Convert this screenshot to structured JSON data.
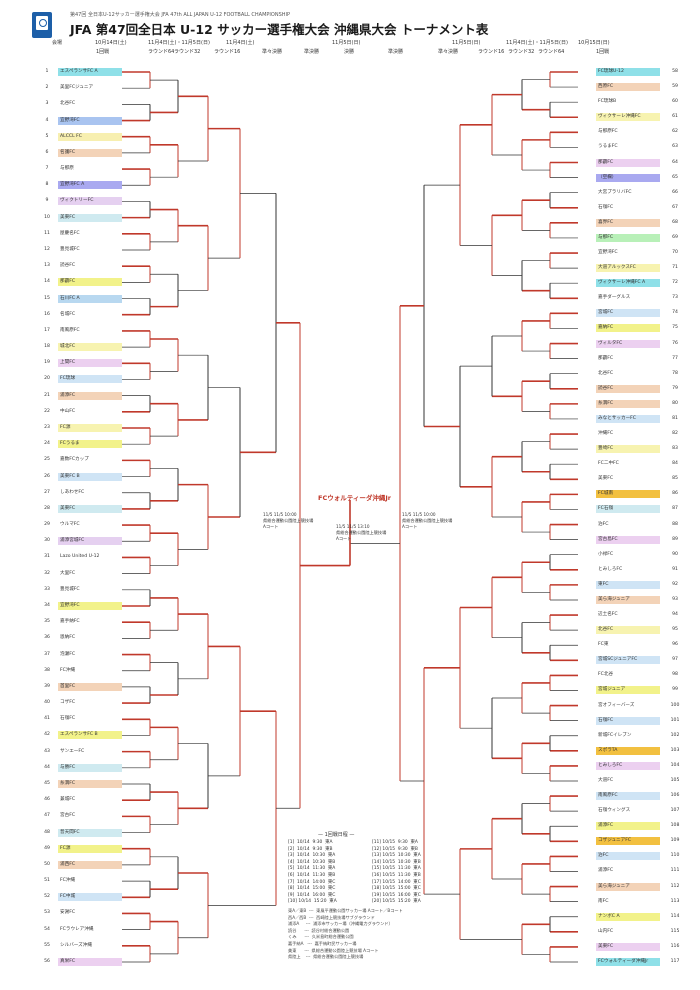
{
  "header": {
    "subtitle": "第47回 全日本U-12サッカー選手権大会 JFA 47th ALL JAPAN U-12 FOOTBALL CHAMPIONSHIP",
    "title": "JFA 第47回全日本 U-12 サッカー選手権大会 沖縄県大会 トーナメント表"
  },
  "rounds_left": [
    "10月14日(土)",
    "11月4日(土)・11月5日(日)",
    "11月4日(土)",
    "11月5日(日)"
  ],
  "rounds_right": [
    "11月5日(日)",
    "11月4日(土)・11月5日(日)",
    "10月15日(日)"
  ],
  "round_labels": [
    "1回戦",
    "ラウンド64",
    "ラウンド32",
    "ラウンド16",
    "準々決勝",
    "準決勝",
    "決勝",
    "準決勝",
    "準々決勝",
    "ラウンド16",
    "ラウンド32",
    "ラウンド64",
    "1回戦"
  ],
  "seed_label": "会場",
  "champion": "FCウォルティーダ沖縄Jr",
  "final_info": {
    "line1": "11/5  11/5  13:10",
    "line2": "県総合運動公園陸上競技場",
    "line3": "Aコート"
  },
  "semi_left_info": {
    "line1": "11/5  11/5  10:00",
    "line2": "県総合運動公園陸上競技場",
    "line3": "Aコート"
  },
  "semi_right_info": {
    "line1": "11/5  11/5  10:00",
    "line2": "県総合運動公園陸上競技場",
    "line3": "Aコート"
  },
  "left_teams": [
    {
      "no": "1",
      "name": "エスペランサFC A",
      "color": "#8fe0e8"
    },
    {
      "no": "2",
      "name": "美里FCジュニア",
      "color": "#ffffff"
    },
    {
      "no": "3",
      "name": "北谷FC",
      "color": "#ffffff"
    },
    {
      "no": "4",
      "name": "宜野湾FC",
      "color": "#a9c4f0"
    },
    {
      "no": "5",
      "name": "ALCCL FC",
      "color": "#f7efb0"
    },
    {
      "no": "6",
      "name": "名護FC",
      "color": "#f3d3b8"
    },
    {
      "no": "7",
      "name": "与那原",
      "color": "#ffffff"
    },
    {
      "no": "8",
      "name": "宜野湾FC A",
      "color": "#a9a9f0"
    },
    {
      "no": "9",
      "name": "ヴィクトリーFC",
      "color": "#e5d0f0"
    },
    {
      "no": "10",
      "name": "美東FC",
      "color": "#cfeaf0"
    },
    {
      "no": "11",
      "name": "屋慶名FC",
      "color": "#ffffff"
    },
    {
      "no": "12",
      "name": "豊見城FC",
      "color": "#ffffff"
    },
    {
      "no": "13",
      "name": "読谷FC",
      "color": "#ffffff"
    },
    {
      "no": "14",
      "name": "那覇FC",
      "color": "#f2f28a"
    },
    {
      "no": "15",
      "name": "石川FC A",
      "color": "#b8d8f0"
    },
    {
      "no": "16",
      "name": "名城FC",
      "color": "#ffffff"
    },
    {
      "no": "17",
      "name": "南風原FC",
      "color": "#ffffff"
    },
    {
      "no": "18",
      "name": "城北FC",
      "color": "#f7f3b0"
    },
    {
      "no": "19",
      "name": "上間FC",
      "color": "#ecd0f0"
    },
    {
      "no": "20",
      "name": "FC琉球",
      "color": "#cfe4f5"
    },
    {
      "no": "21",
      "name": "浦添FC",
      "color": "#f3d3b8"
    },
    {
      "no": "22",
      "name": "中山FC",
      "color": "#ffffff"
    },
    {
      "no": "23",
      "name": "FC源",
      "color": "#f7f3b0"
    },
    {
      "no": "24",
      "name": "FCうるま",
      "color": "#f2f28a"
    },
    {
      "no": "25",
      "name": "嘉数FCカップ",
      "color": "#ffffff"
    },
    {
      "no": "26",
      "name": "美東FC B",
      "color": "#cfe4f5"
    },
    {
      "no": "27",
      "name": "しあわせFC",
      "color": "#ffffff"
    },
    {
      "no": "28",
      "name": "美東FC",
      "color": "#cfeaf0"
    },
    {
      "no": "29",
      "name": "ウルマFC",
      "color": "#ffffff"
    },
    {
      "no": "30",
      "name": "浦添宮城FC",
      "color": "#e5d0f0"
    },
    {
      "no": "31",
      "name": "Lazo United U-12",
      "color": "#ffffff"
    },
    {
      "no": "32",
      "name": "大里FC",
      "color": "#ffffff"
    },
    {
      "no": "33",
      "name": "豊見城FC",
      "color": "#ffffff"
    },
    {
      "no": "34",
      "name": "宜野湾FC",
      "color": "#f2f28a"
    },
    {
      "no": "35",
      "name": "嘉手納FC",
      "color": "#ffffff"
    },
    {
      "no": "36",
      "name": "恩納FC",
      "color": "#ffffff"
    },
    {
      "no": "37",
      "name": "泡瀬FC",
      "color": "#ffffff"
    },
    {
      "no": "38",
      "name": "FC沖縄",
      "color": "#ffffff"
    },
    {
      "no": "39",
      "name": "首里FC",
      "color": "#f3d3b8"
    },
    {
      "no": "40",
      "name": "コザFC",
      "color": "#ffffff"
    },
    {
      "no": "41",
      "name": "石嶺FC",
      "color": "#ffffff"
    },
    {
      "no": "42",
      "name": "エスペランサFC B",
      "color": "#f2f28a"
    },
    {
      "no": "43",
      "name": "サンエーFC",
      "color": "#ffffff"
    },
    {
      "no": "44",
      "name": "与勝FC",
      "color": "#cfeaf0"
    },
    {
      "no": "45",
      "name": "糸満FC",
      "color": "#f3d3b8"
    },
    {
      "no": "46",
      "name": "兼城FC",
      "color": "#ffffff"
    },
    {
      "no": "47",
      "name": "宮古FC",
      "color": "#ffffff"
    },
    {
      "no": "48",
      "name": "普天間FC",
      "color": "#cfeaf0"
    },
    {
      "no": "49",
      "name": "FC源",
      "color": "#f2f28a"
    },
    {
      "no": "50",
      "name": "浦西FC",
      "color": "#f3d3b8"
    },
    {
      "no": "51",
      "name": "FC沖縄",
      "color": "#ffffff"
    },
    {
      "no": "52",
      "name": "FC中城",
      "color": "#cfe4f5"
    },
    {
      "no": "53",
      "name": "安謝FC",
      "color": "#ffffff"
    },
    {
      "no": "54",
      "name": "FCラウレア沖縄",
      "color": "#ffffff"
    },
    {
      "no": "55",
      "name": "シルバーズ沖縄",
      "color": "#ffffff"
    },
    {
      "no": "56",
      "name": "真栄FC",
      "color": "#ecd0f0"
    }
  ],
  "right_teams": [
    {
      "no": "58",
      "name": "FC琉球U-12",
      "color": "#8fe0e8"
    },
    {
      "no": "59",
      "name": "西原FC",
      "color": "#f3d3b8"
    },
    {
      "no": "60",
      "name": "FC琉球B",
      "color": "#ffffff"
    },
    {
      "no": "61",
      "name": "ヴィクサーレ沖縄FC",
      "color": "#f7f3b0"
    },
    {
      "no": "62",
      "name": "与那原FC",
      "color": "#ffffff"
    },
    {
      "no": "63",
      "name": "うるまFC",
      "color": "#ffffff"
    },
    {
      "no": "64",
      "name": "那覇FC",
      "color": "#ecd0f0"
    },
    {
      "no": "65",
      "name": "（空欄）",
      "color": "#a9a9f0"
    },
    {
      "no": "66",
      "name": "大宮プラリバFC",
      "color": "#ffffff"
    },
    {
      "no": "67",
      "name": "石嶺FC",
      "color": "#ffffff"
    },
    {
      "no": "68",
      "name": "喜界FC",
      "color": "#f3d3b8"
    },
    {
      "no": "69",
      "name": "与那FC",
      "color": "#b8f0b8"
    },
    {
      "no": "70",
      "name": "宜野湾FC",
      "color": "#ffffff"
    },
    {
      "no": "71",
      "name": "大道アルックスFC",
      "color": "#f7f3b0"
    },
    {
      "no": "72",
      "name": "ヴィクサーレ沖縄FC A",
      "color": "#8fe0e8"
    },
    {
      "no": "73",
      "name": "嘉手ダーグルス",
      "color": "#ffffff"
    },
    {
      "no": "74",
      "name": "宮城FC",
      "color": "#cfe4f5"
    },
    {
      "no": "75",
      "name": "嘉納FC",
      "color": "#f2f28a"
    },
    {
      "no": "76",
      "name": "ヴィルタFC",
      "color": "#ecd0f0"
    },
    {
      "no": "77",
      "name": "那覇FC",
      "color": "#ffffff"
    },
    {
      "no": "78",
      "name": "北谷FC",
      "color": "#ffffff"
    },
    {
      "no": "79",
      "name": "読谷FC",
      "color": "#f3d3b8"
    },
    {
      "no": "80",
      "name": "糸満FC",
      "color": "#f3d3b8"
    },
    {
      "no": "81",
      "name": "みなとサッカーFC",
      "color": "#cfe4f5"
    },
    {
      "no": "82",
      "name": "沖縄FC",
      "color": "#ffffff"
    },
    {
      "no": "83",
      "name": "豊崎FC",
      "color": "#f7f3b0"
    },
    {
      "no": "84",
      "name": "FC二中FC",
      "color": "#ffffff"
    },
    {
      "no": "85",
      "name": "美東FC",
      "color": "#ffffff"
    },
    {
      "no": "86",
      "name": "FC城南",
      "color": "#f2c040"
    },
    {
      "no": "87",
      "name": "FC石嶺",
      "color": "#cfeaf0"
    },
    {
      "no": "88",
      "name": "泊FC",
      "color": "#ffffff"
    },
    {
      "no": "89",
      "name": "宮古島FC",
      "color": "#ecd0f0"
    },
    {
      "no": "90",
      "name": "小禄FC",
      "color": "#ffffff"
    },
    {
      "no": "91",
      "name": "とみしろFC",
      "color": "#ffffff"
    },
    {
      "no": "92",
      "name": "東FC",
      "color": "#cfe4f5"
    },
    {
      "no": "93",
      "name": "美ら海ジュニア",
      "color": "#f3d3b8"
    },
    {
      "no": "94",
      "name": "辺土名FC",
      "color": "#ffffff"
    },
    {
      "no": "95",
      "name": "北谷FC",
      "color": "#f7f3b0"
    },
    {
      "no": "96",
      "name": "FC東",
      "color": "#ffffff"
    },
    {
      "no": "97",
      "name": "宮城SCジュニアFC",
      "color": "#cfe4f5"
    },
    {
      "no": "98",
      "name": "FC北谷",
      "color": "#ffffff"
    },
    {
      "no": "99",
      "name": "宮城ジュニア",
      "color": "#f2f28a"
    },
    {
      "no": "100",
      "name": "宮オフィーバーズ",
      "color": "#ffffff"
    },
    {
      "no": "101",
      "name": "石嶺FC",
      "color": "#cfe4f5"
    },
    {
      "no": "102",
      "name": "新城FCイレブン",
      "color": "#ffffff"
    },
    {
      "no": "103",
      "name": "スポラTA",
      "color": "#f2c040"
    },
    {
      "no": "104",
      "name": "とみしろFC",
      "color": "#ecd0f0"
    },
    {
      "no": "105",
      "name": "大道FC",
      "color": "#ffffff"
    },
    {
      "no": "106",
      "name": "南風原FC",
      "color": "#cfe4f5"
    },
    {
      "no": "107",
      "name": "石嶺ウィングス",
      "color": "#ffffff"
    },
    {
      "no": "108",
      "name": "浦添FC",
      "color": "#f2f28a"
    },
    {
      "no": "109",
      "name": "コザジュニアFC",
      "color": "#f2c040"
    },
    {
      "no": "110",
      "name": "泊FC",
      "color": "#cfe4f5"
    },
    {
      "no": "111",
      "name": "浦添FC",
      "color": "#ffffff"
    },
    {
      "no": "112",
      "name": "美ら海ジュニア",
      "color": "#f3d3b8"
    },
    {
      "no": "113",
      "name": "南FC",
      "color": "#ffffff"
    },
    {
      "no": "114",
      "name": "ナンボC A",
      "color": "#f2f28a"
    },
    {
      "no": "115",
      "name": "山内FC",
      "color": "#ffffff"
    },
    {
      "no": "116",
      "name": "美東FC",
      "color": "#ecd0f0"
    },
    {
      "no": "117",
      "name": "FCウォルティーダ沖縄Jr",
      "color": "#8fe0e8"
    }
  ],
  "schedule_title": "— 1回戦日程 —",
  "schedule_left": "[1]  10/14  9:30  東A\n[2]  10/14  9:30  東B\n[3]  10/14  10:30  東A\n[4]  10/14  10:30  東B\n[5]  10/14  11:30  東A\n[6]  10/14  11:30  東B\n[7]  10/14  14:00  東C\n[8]  10/14  15:00  東C\n[9]  10/14  16:00  東C\n[10] 10/14  15:20  東A",
  "schedule_right": "[11] 10/15  9:30  東A\n[12] 10/15  9:30  東B\n[13] 10/15  10:30  東A\n[14] 10/15  10:30  東B\n[15] 10/15  11:30  東A\n[16] 10/15  11:30  東B\n[17] 10/15  14:00  東C\n[18] 10/15  15:00  東C\n[19] 10/15  16:00  東C\n[20] 10/15  15:20  東A",
  "legend": "東A／東B  ---  東風平運動公園サッカー場 Aコート／Bコート\n西A／西B  ---  西崎陸上競技場サブグラウンド\n浦添A     ---  浦添市サッカー場（沖縄電力グラウンド）\n読谷      ---  読谷村総合運動公園\nくみ      ---  久米島町総合運動公園\n嘉手納A   ---  嘉手納町民サッカー場\n美東      ---  県総合運動公園陸上競技場 Aコート\n県陸上    ---  県総合運動公園陸上競技場"
}
